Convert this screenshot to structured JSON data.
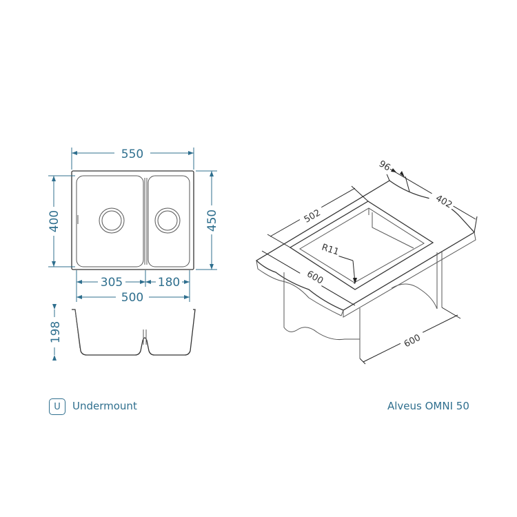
{
  "diagram": {
    "dims": {
      "top_width": "550",
      "left_height": "400",
      "right_height": "450",
      "bowl_left": "305",
      "bowl_right": "180",
      "inner_width": "500",
      "depth": "198",
      "iso_96": "96",
      "iso_402": "402",
      "iso_502": "502",
      "iso_radius": "R11",
      "iso_600_top": "600",
      "iso_600_side": "600"
    },
    "mount_badge": "U",
    "mount_label": "Undermount",
    "model_label": "Alveus OMNI 50"
  }
}
